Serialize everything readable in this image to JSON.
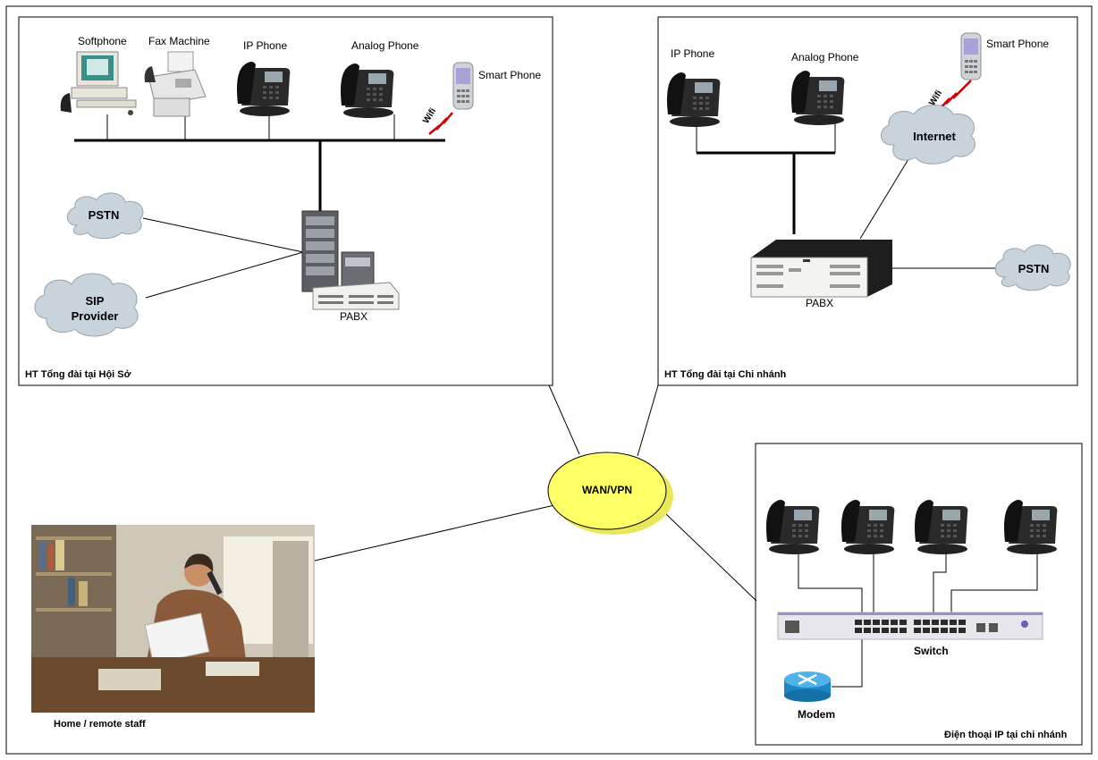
{
  "head_office": {
    "caption": "HT Tổng đài tại Hội Sở",
    "devices": {
      "softphone": "Softphone",
      "fax": "Fax Machine",
      "ip_phone": "IP Phone",
      "analog_phone": "Analog Phone",
      "smart_phone": "Smart Phone",
      "wifi": "Wifi",
      "pabx": "PABX"
    },
    "clouds": {
      "pstn": "PSTN",
      "sip_line1": "SIP",
      "sip_line2": "Provider"
    }
  },
  "branch_pbx": {
    "caption": "HT Tổng đài tại Chi nhánh",
    "devices": {
      "ip_phone": "IP Phone",
      "analog_phone": "Analog Phone",
      "smart_phone": "Smart Phone",
      "wifi": "Wifi",
      "pabx": "PABX"
    },
    "clouds": {
      "internet": "Internet",
      "pstn": "PSTN"
    }
  },
  "wan": {
    "label": "WAN/VPN"
  },
  "remote": {
    "caption": "Home / remote staff"
  },
  "branch_ip": {
    "caption": "Điện thoại IP tại chi nhánh",
    "switch": "Switch",
    "modem": "Modem"
  },
  "colors": {
    "wan_fill": "#ffff66",
    "cloud_fill": "#c9d3dc",
    "wifi_link": "#cc0000",
    "line": "#000000"
  }
}
